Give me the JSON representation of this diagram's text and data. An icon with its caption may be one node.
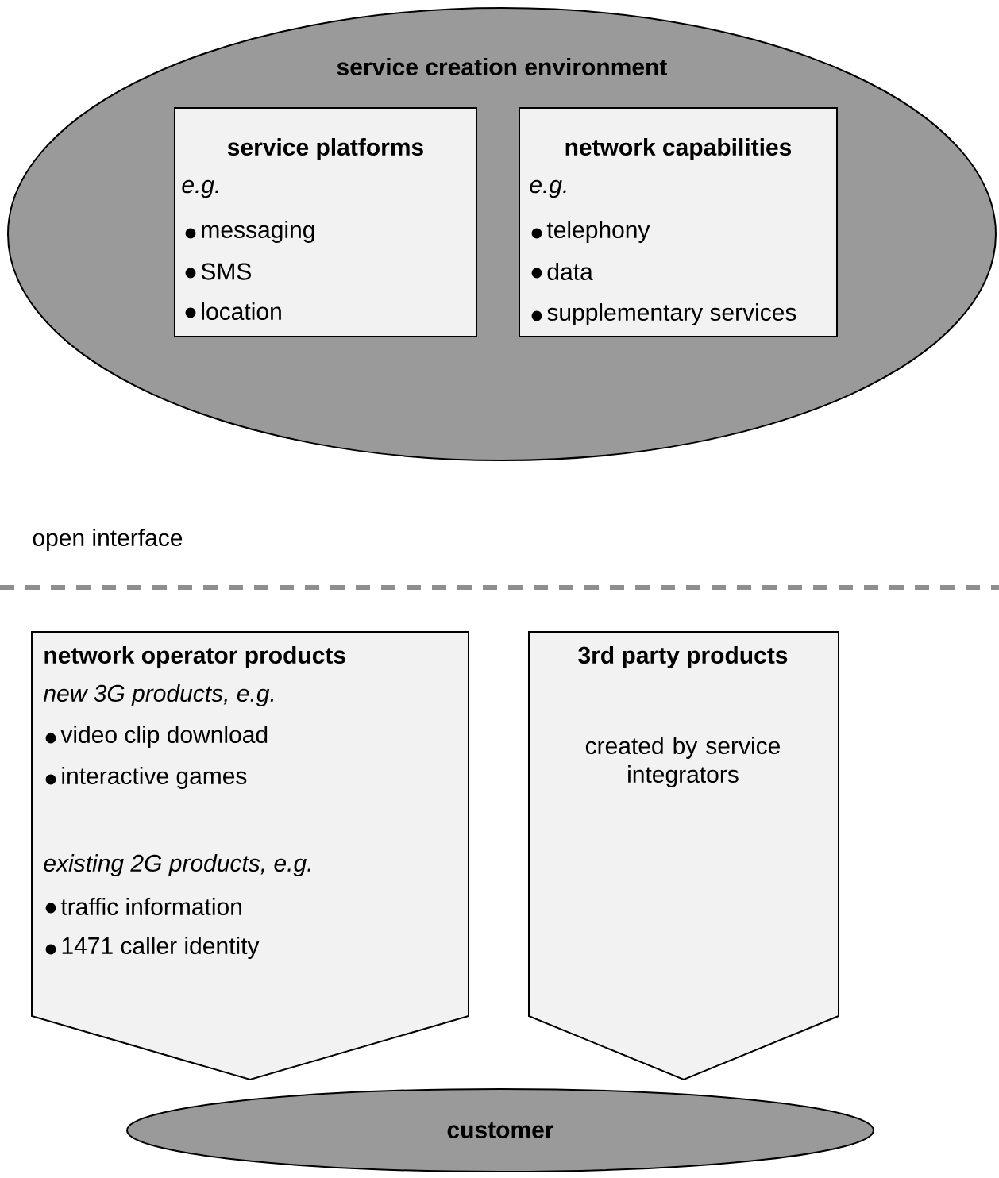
{
  "diagram": {
    "nodes": [
      {
        "text": [
          "service creation environment"
        ]
      },
      {
        "text": [
          "service platforms",
          "e.g.",
          "messaging",
          "SMS",
          "location"
        ],
        "in": 0
      },
      {
        "text": [
          "network capabilities",
          "e.g.",
          "telephony",
          "data",
          "supplementary services"
        ],
        "in": 0
      },
      {
        "text": [
          "network operator products",
          "new 3G products, e.g.",
          "video clip download",
          "interactive games",
          "existing 2G products, e.g.",
          "traffic information",
          "1471 caller identity"
        ]
      },
      {
        "text": [
          "3rd party products",
          "created by service integrators"
        ]
      },
      {
        "text": [
          "customer"
        ]
      }
    ],
    "labels": [
      "open interface"
    ]
  }
}
